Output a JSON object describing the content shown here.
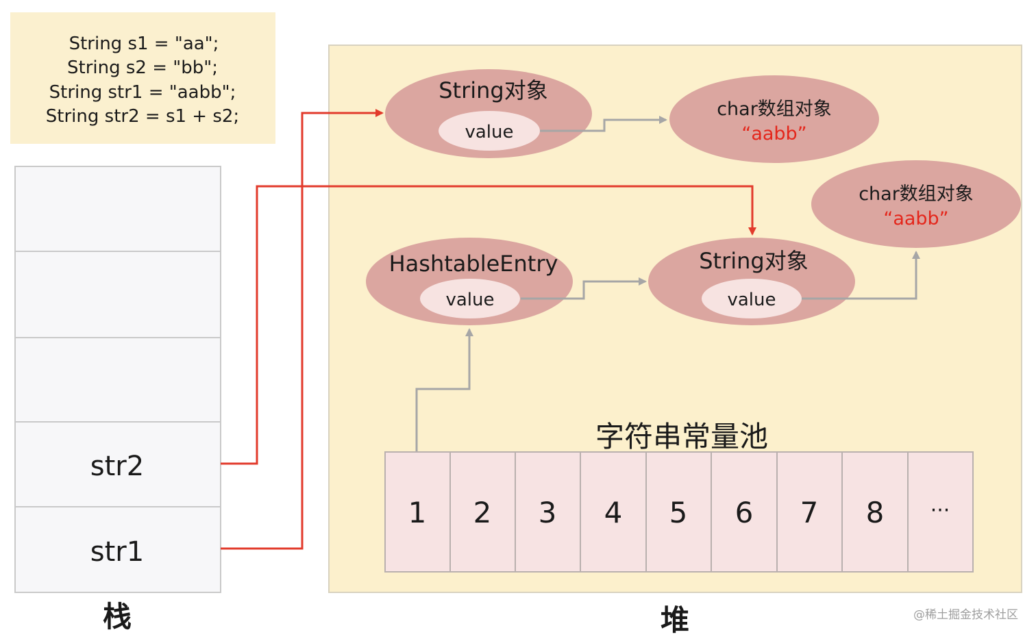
{
  "code_box": {
    "lines": [
      "String s1 = \"aa\";",
      "String s2 = \"bb\";",
      "String str1 = \"aabb\";",
      "String str2 = s1 + s2;"
    ]
  },
  "stack": {
    "label": "栈",
    "slots": [
      "",
      "",
      "",
      "str2",
      "str1"
    ]
  },
  "heap": {
    "label": "堆",
    "string_object_top": {
      "title": "String对象",
      "field": "value"
    },
    "char_array_top": {
      "title": "char数组对象",
      "value": "“aabb”"
    },
    "char_array_right": {
      "title": "char数组对象",
      "value": "“aabb”"
    },
    "hashtable_entry": {
      "title": "HashtableEntry",
      "field": "value"
    },
    "string_object_mid": {
      "title": "String对象",
      "field": "value"
    },
    "constant_pool": {
      "label": "字符串常量池",
      "cells": [
        "1",
        "2",
        "3",
        "4",
        "5",
        "6",
        "7",
        "8",
        "···"
      ]
    }
  },
  "watermark": "@稀土掘金技术社区",
  "colors": {
    "code_box_bg": "#fbf0cf",
    "heap_bg": "#fcf0cc",
    "heap_border": "#d8d2c0",
    "stack_slot_bg": "#f7f7f9",
    "stack_border": "#c9c9c9",
    "ellipse_fill": "#dba6a0",
    "inner_field_fill": "#f7e3e1",
    "pool_cell_fill": "#f7e3e3",
    "pool_border": "#b9b0ae",
    "ref_arrow": "#e23a2b",
    "ptr_arrow": "#a6a6a6",
    "highlight_text": "#e4261b"
  }
}
